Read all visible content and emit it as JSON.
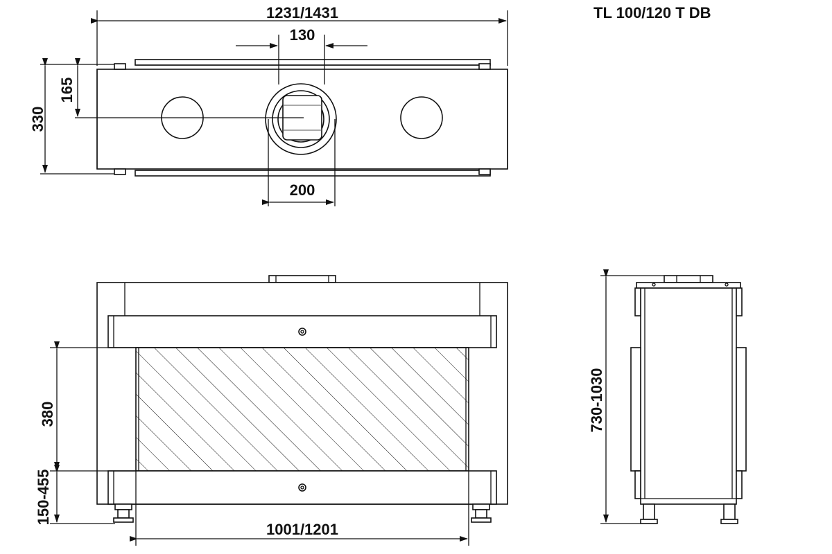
{
  "model_label": "TL 100/120 T DB",
  "top_view": {
    "width_label": "1231/1431",
    "inner_opening_label": "130",
    "flue_outer_label": "200",
    "half_depth_label": "165",
    "depth_label": "330"
  },
  "front_view": {
    "glass_height_label": "380",
    "base_height_label": "150-455",
    "glass_width_label": "1001/1201"
  },
  "side_view": {
    "total_height_label": "730-1030"
  }
}
